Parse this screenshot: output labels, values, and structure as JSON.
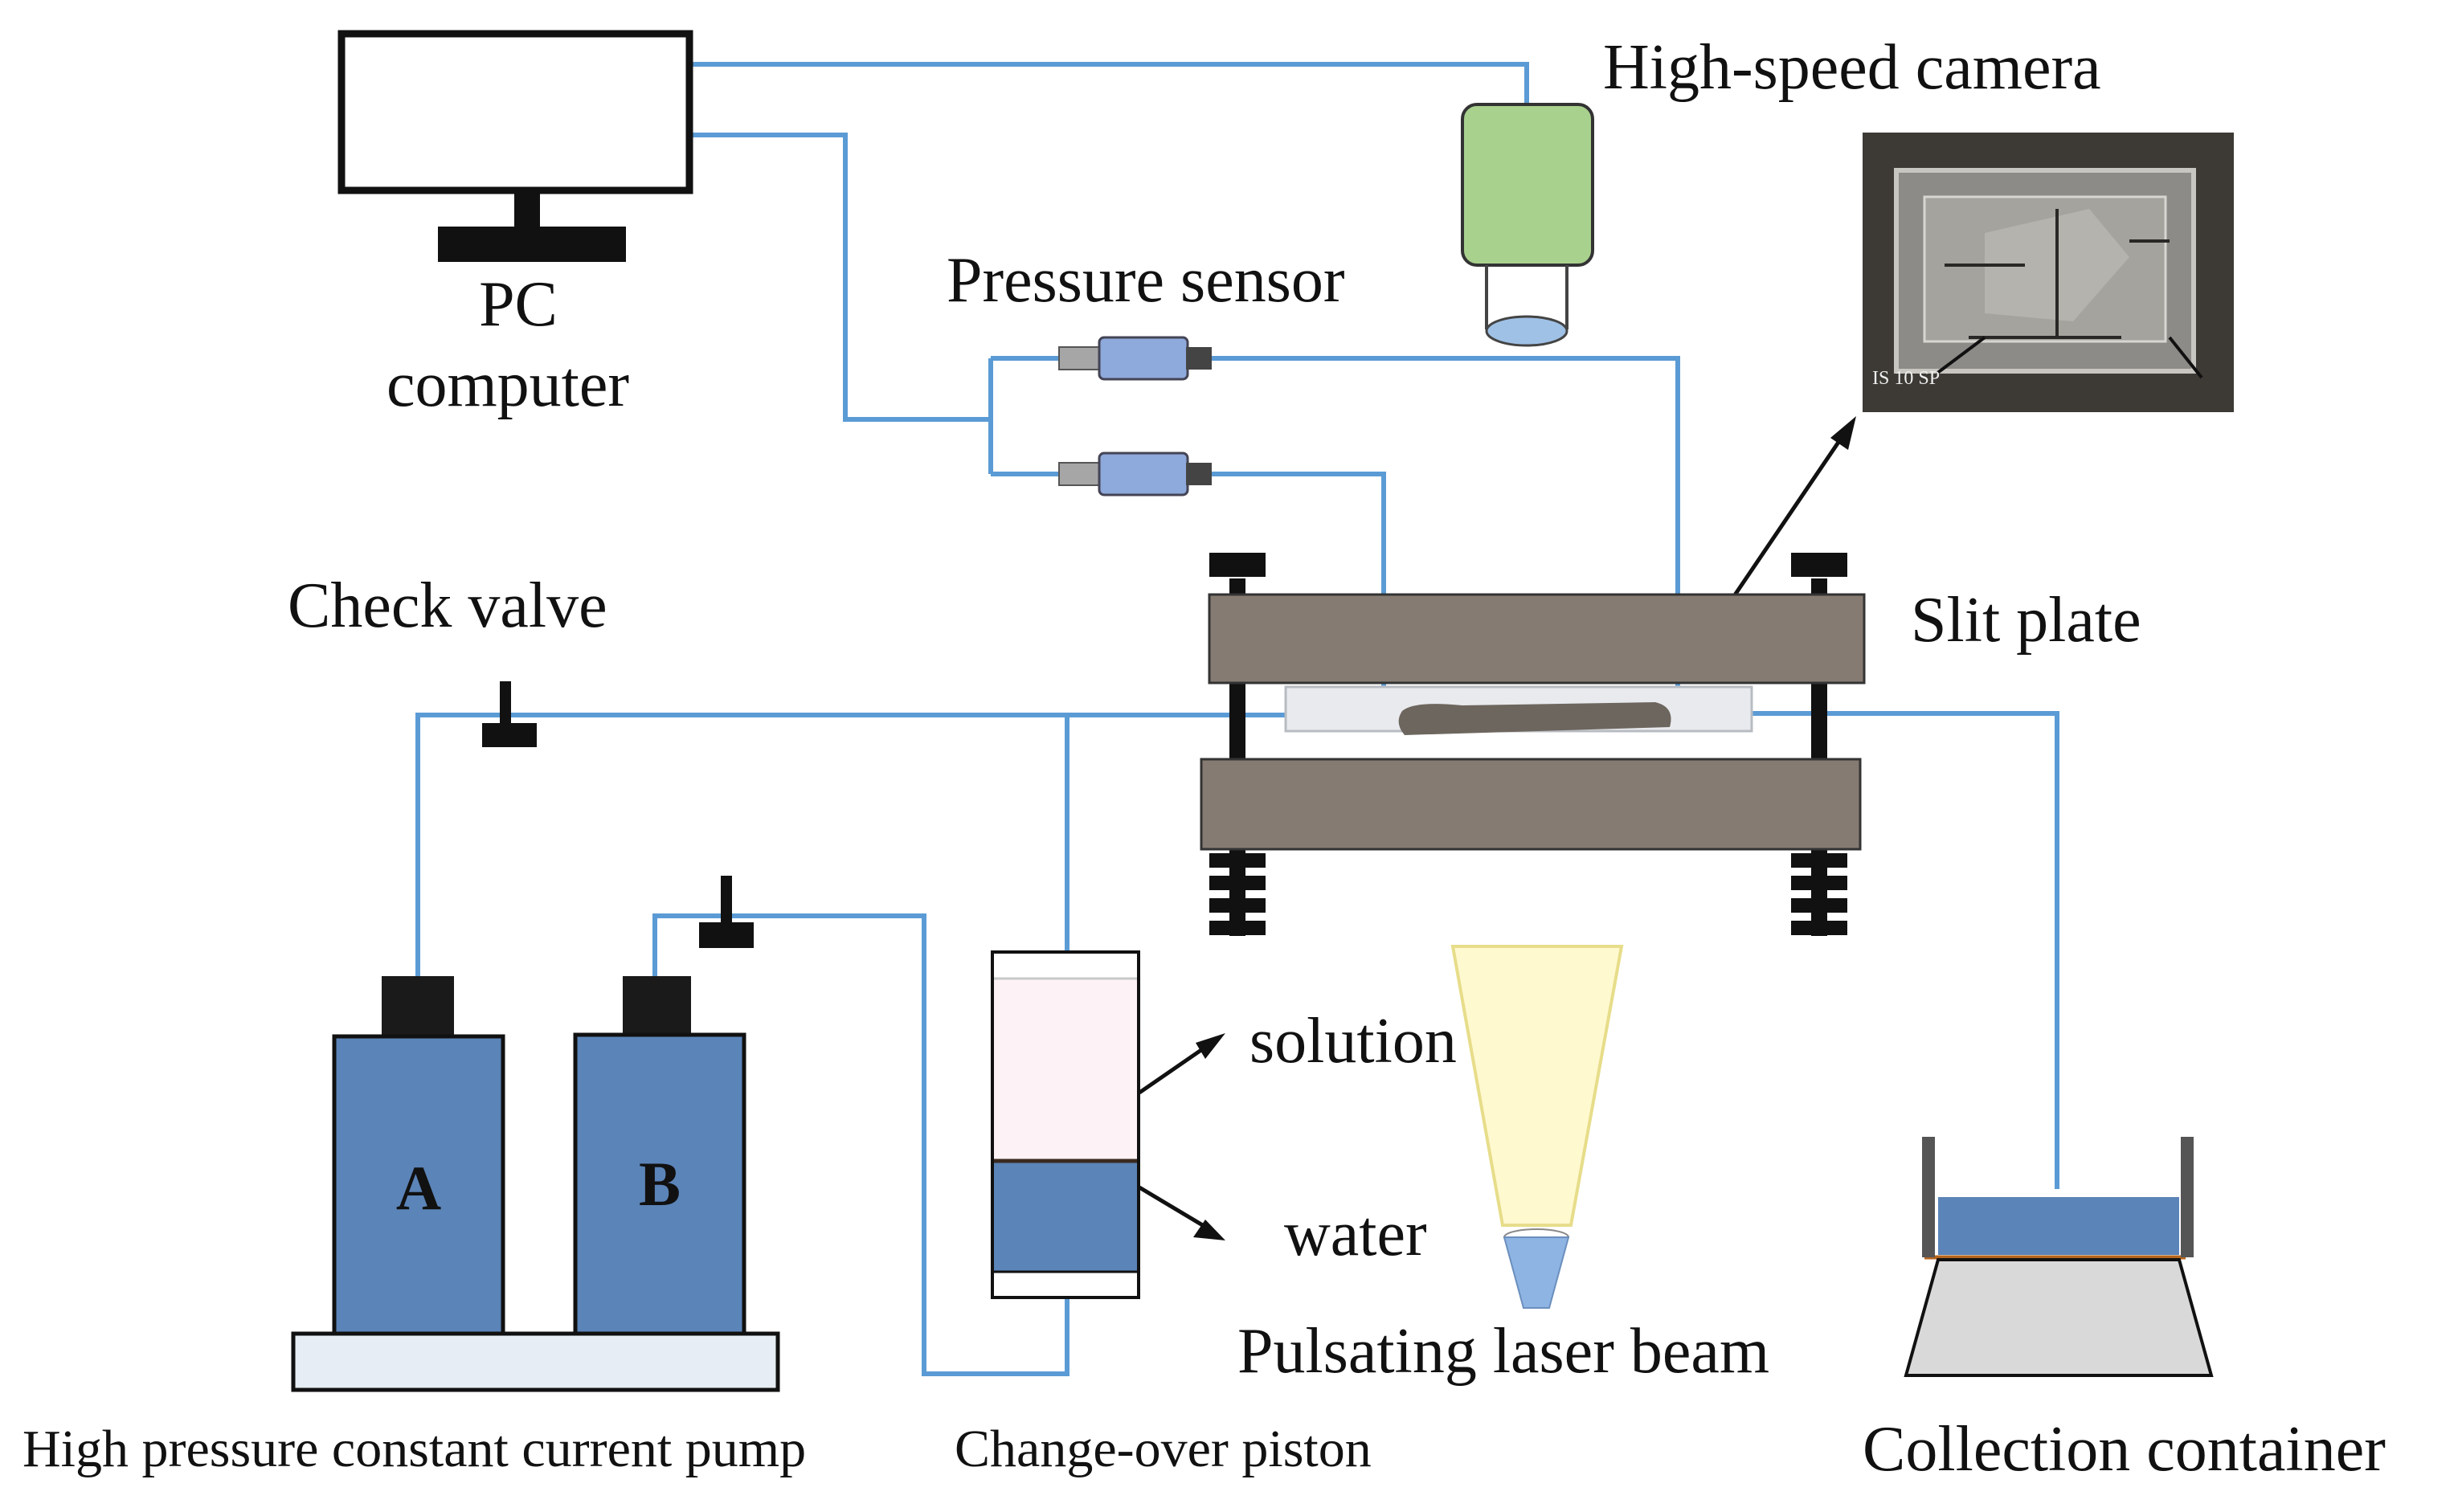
{
  "labels": {
    "high_speed_camera": "High-speed camera",
    "pc_line1": "PC",
    "pc_line2": "computer",
    "pressure_sensor": "Pressure sensor",
    "check_valve": "Check valve",
    "slit_plate": "Slit plate",
    "solution": "solution",
    "water": "water",
    "pulsating_laser_beam": "Pulsating laser beam",
    "high_pressure_pump": "High pressure constant current pump",
    "change_over_piston": "Change-over piston",
    "collection_container": "Collection container",
    "pump_a": "A",
    "pump_b": "B",
    "photo_caption": "IS 10 SP"
  },
  "colors": {
    "tube": "#5b9bd5",
    "pump_body": "#5b84b8",
    "camera_body": "#a9d18e",
    "sensor": "#8ea9db",
    "plate": "#857b72",
    "water": "#5b84b8",
    "solution": "#fdf2f5",
    "laser": "#fff9d0",
    "container_base": "#d9d9d9"
  }
}
